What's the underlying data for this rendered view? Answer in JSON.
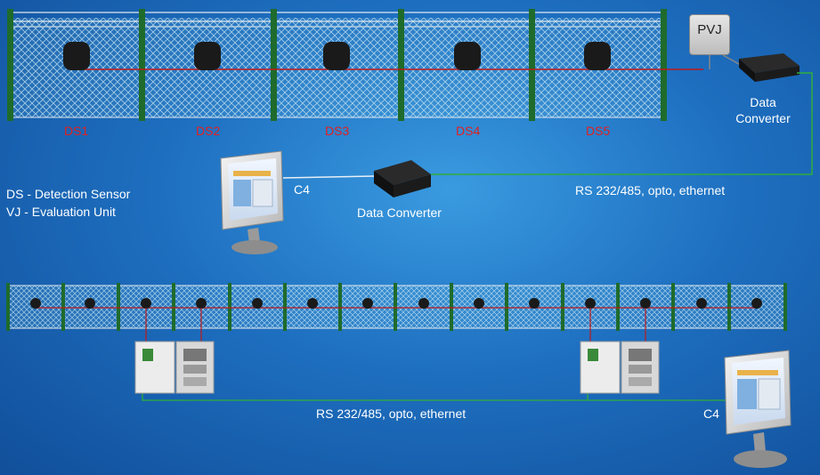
{
  "sensors": [
    "DS1",
    "DS2",
    "DS3",
    "DS4",
    "DS5"
  ],
  "pvj_label": "PVJ",
  "converter_top_label": "Data Converter",
  "converter_mid_label": "Data Converter",
  "legend": {
    "ds": "DS - Detection Sensor",
    "vj": "VJ - Evaluation Unit"
  },
  "c4_top": "C4",
  "c4_bottom": "C4",
  "link_top": "RS 232/485, opto, ethernet",
  "link_bottom": "RS 232/485, opto, ethernet",
  "colors": {
    "sensor_label": "#e02020",
    "signal_line": "#c01818",
    "data_line": "#2fae3a",
    "post": "#1f6b2c"
  }
}
